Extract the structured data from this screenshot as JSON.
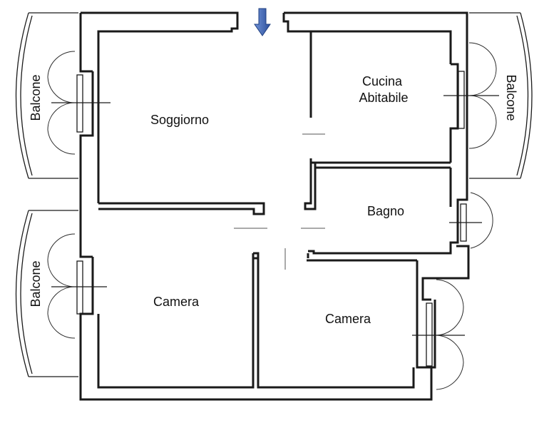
{
  "rooms": {
    "soggiorno": "Soggiorno",
    "cucina_line1": "Cucina",
    "cucina_line2": "Abitabile",
    "bagno": "Bagno",
    "camera_left": "Camera",
    "camera_right": "Camera"
  },
  "balconies": {
    "top_left": "Balcone",
    "bottom_left": "Balcone",
    "top_right": "Balcone"
  },
  "entrance_icon": "arrow-down-icon",
  "colors": {
    "arrow": "#3f66b3",
    "wall": "#1a1a1a"
  }
}
